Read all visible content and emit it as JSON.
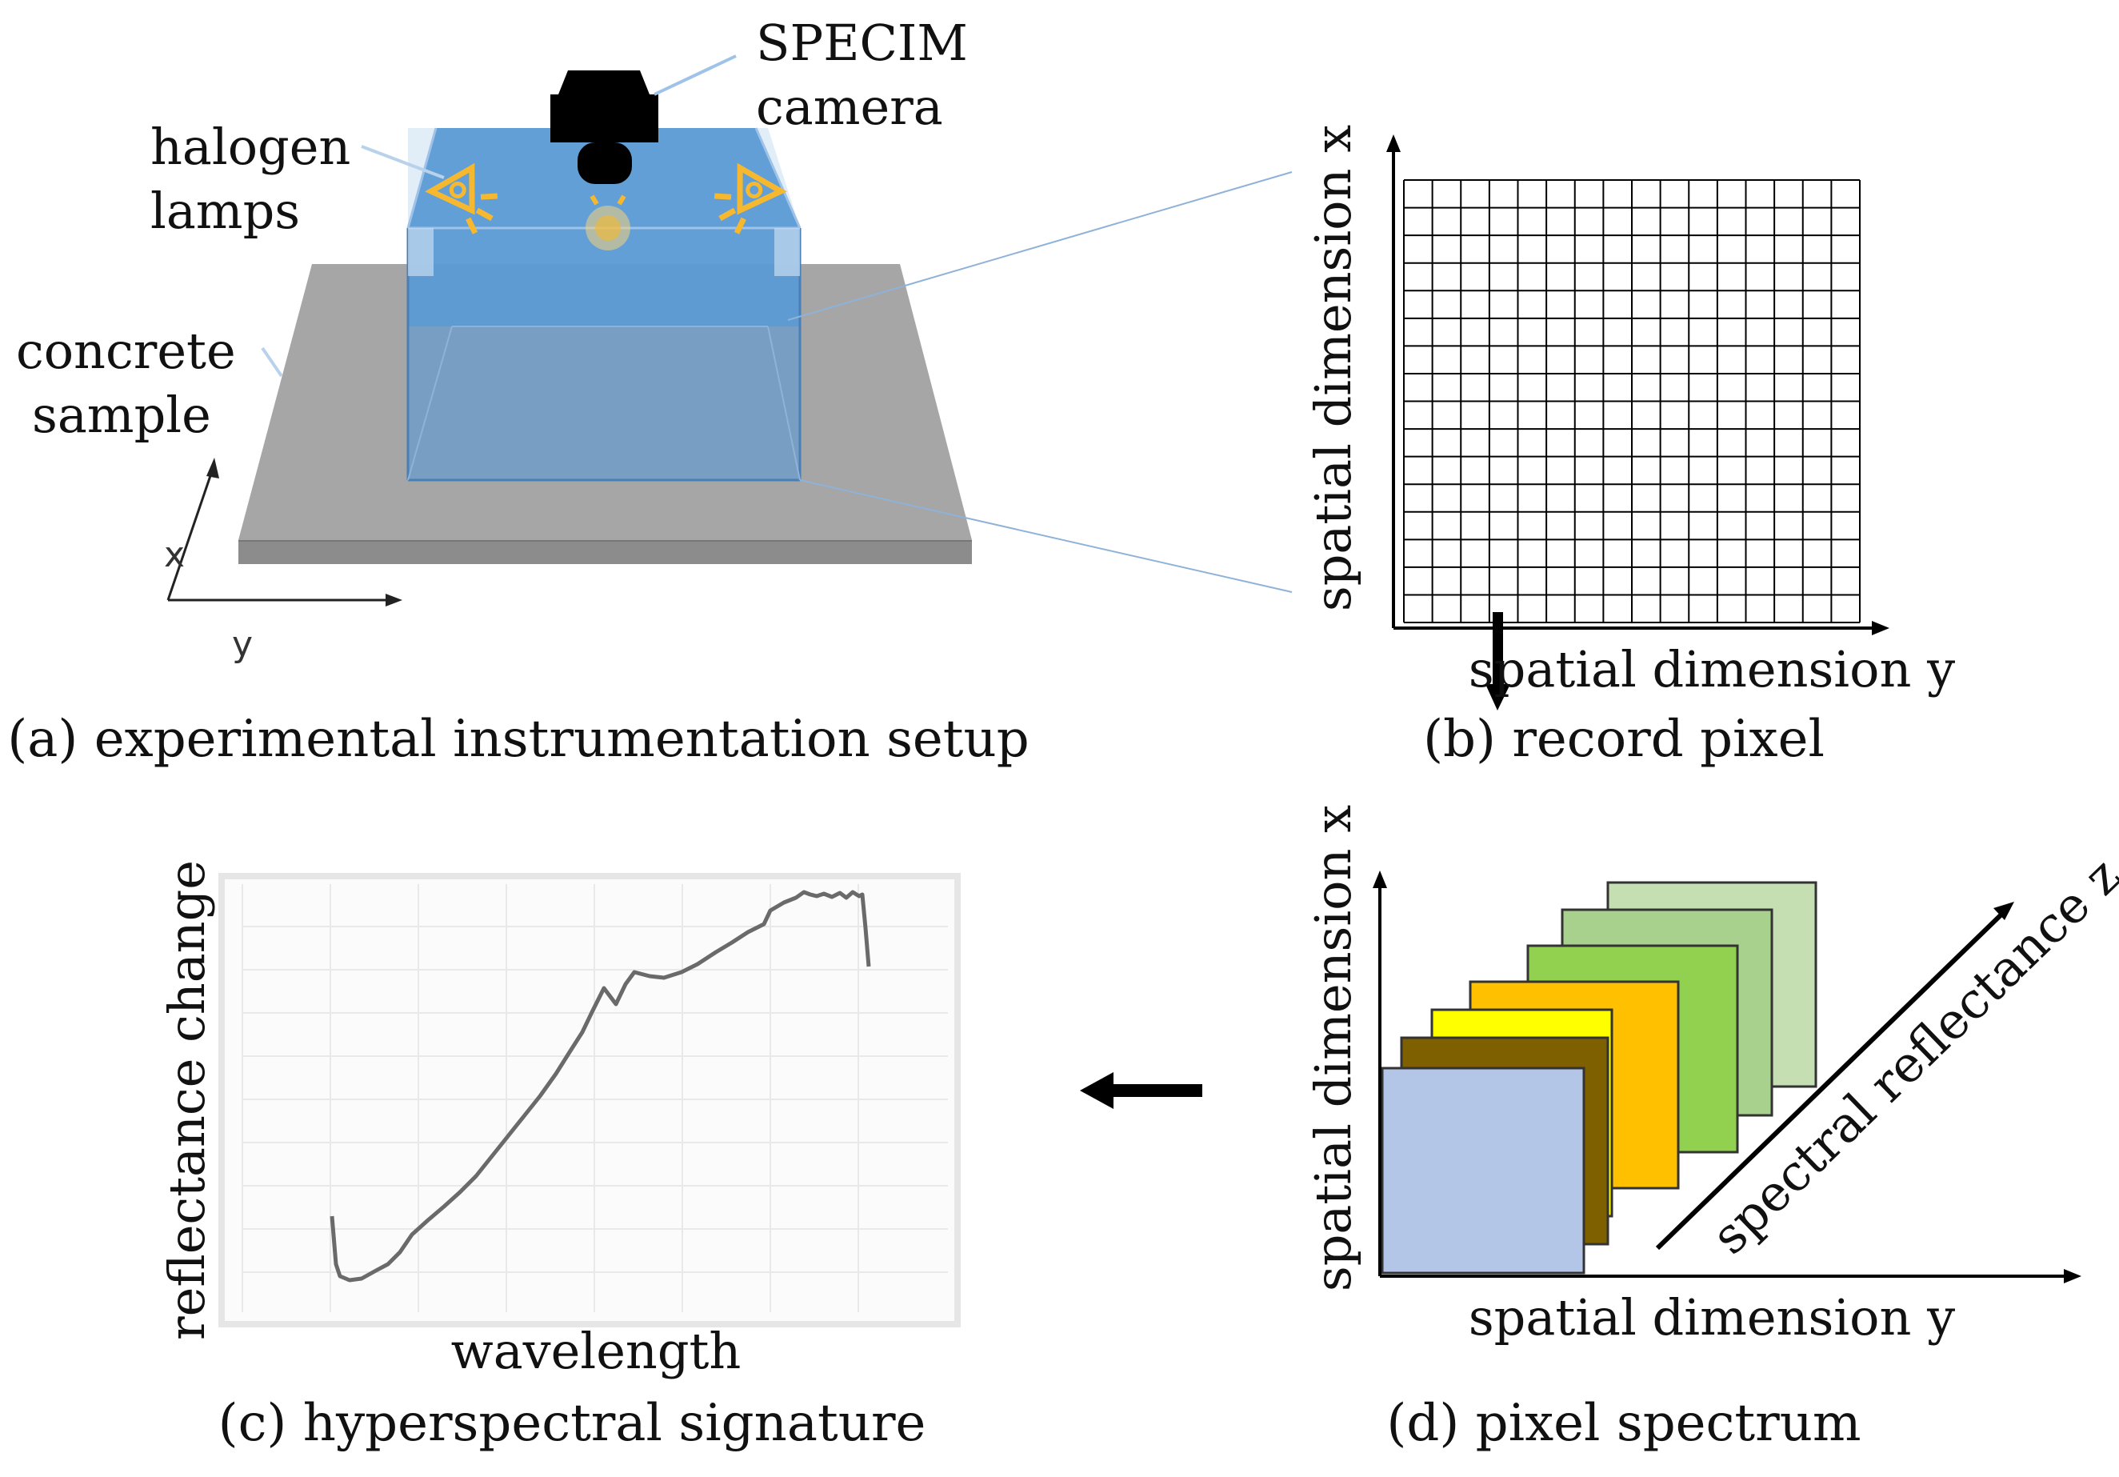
{
  "panel_a": {
    "camera_label_1": "SPECIM",
    "camera_label_2": "camera",
    "lamps_label_1": "halogen",
    "lamps_label_2": "lamps",
    "sample_label_1": "concrete",
    "sample_label_2": "sample",
    "axis_x": "x",
    "axis_y": "y",
    "caption": "(a) experimental instrumentation setup"
  },
  "panel_b": {
    "axis_x_label": "spatial dimension x",
    "axis_y_label": "spatial dimension y",
    "caption": "(b) record pixel"
  },
  "panel_c": {
    "xlabel": "wavelength",
    "ylabel": "reflectance change",
    "caption": "(c) hyperspectral signature"
  },
  "panel_d": {
    "axis_x_label": "spatial dimension x",
    "axis_y_label": "spatial dimension y",
    "axis_z_label": "spectral reflectance z",
    "caption": "(d) pixel spectrum",
    "layer_colors": [
      "#c5dfb3",
      "#a8d18d",
      "#92d050",
      "#ffc000",
      "#ffff00",
      "#7f6000",
      "#b4c6e7"
    ]
  },
  "colors": {
    "housing_blue": "#5b9bd5",
    "sample_gray": "#a6a6a6",
    "lamp_yellow": "#f5b82e"
  }
}
